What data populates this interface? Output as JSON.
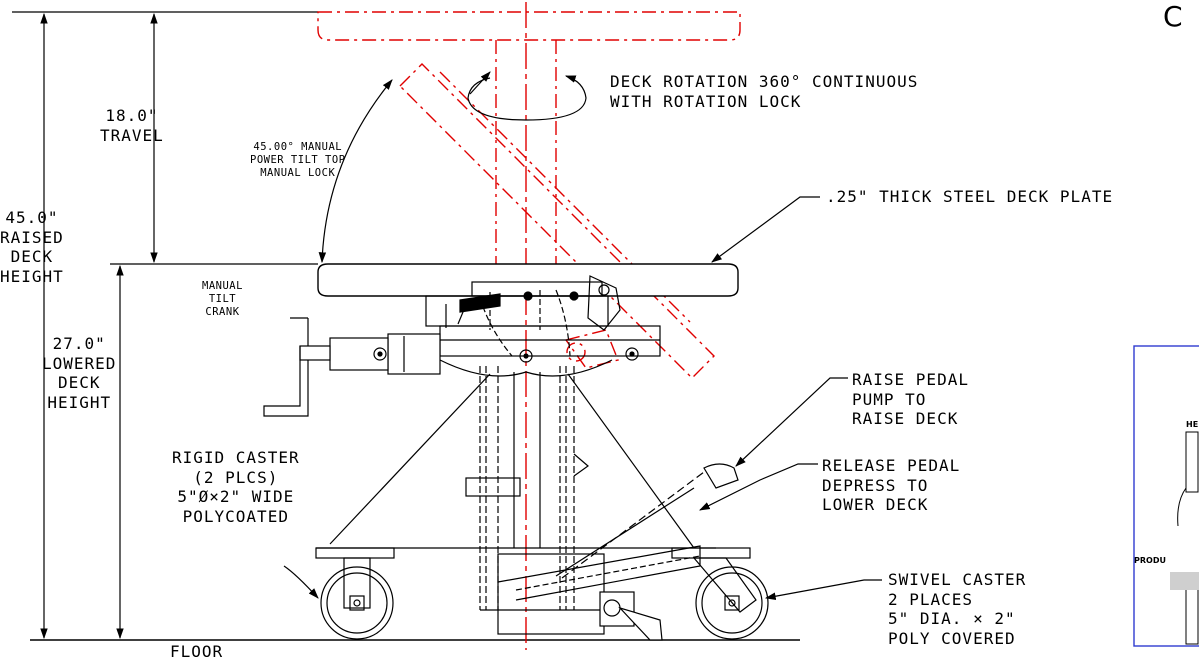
{
  "labels": {
    "travel": "18.0\"\nTRAVEL",
    "raised_height": "45.0\"\nRAISED\nDECK\nHEIGHT",
    "lowered_height": "27.0\"\nLOWERED\nDECK\nHEIGHT",
    "tilt": "45.00° MANUAL\nPOWER TILT TOP\nMANUAL LOCK",
    "crank": "MANUAL\nTILT\nCRANK",
    "rotation": "DECK ROTATION 360° CONTINUOUS\nWITH ROTATION LOCK",
    "deck_plate": ".25\" THICK STEEL DECK PLATE",
    "raise_pedal": "RAISE PEDAL\nPUMP TO\nRAISE DECK",
    "release_pedal": "RELEASE PEDAL\nDEPRESS TO\nLOWER DECK",
    "rigid_caster": "RIGID CASTER\n(2 PLCS)\n5\"Ø×2\" WIDE\nPOLYCOATED",
    "swivel_caster": "SWIVEL CASTER\n2 PLACES\n5\" DIA. × 2\"\nPOLY COVERED",
    "floor": "FLOOR"
  },
  "colors": {
    "line": "#000000",
    "tilt": "#e00000",
    "panel_border": "#2f3bd0"
  }
}
